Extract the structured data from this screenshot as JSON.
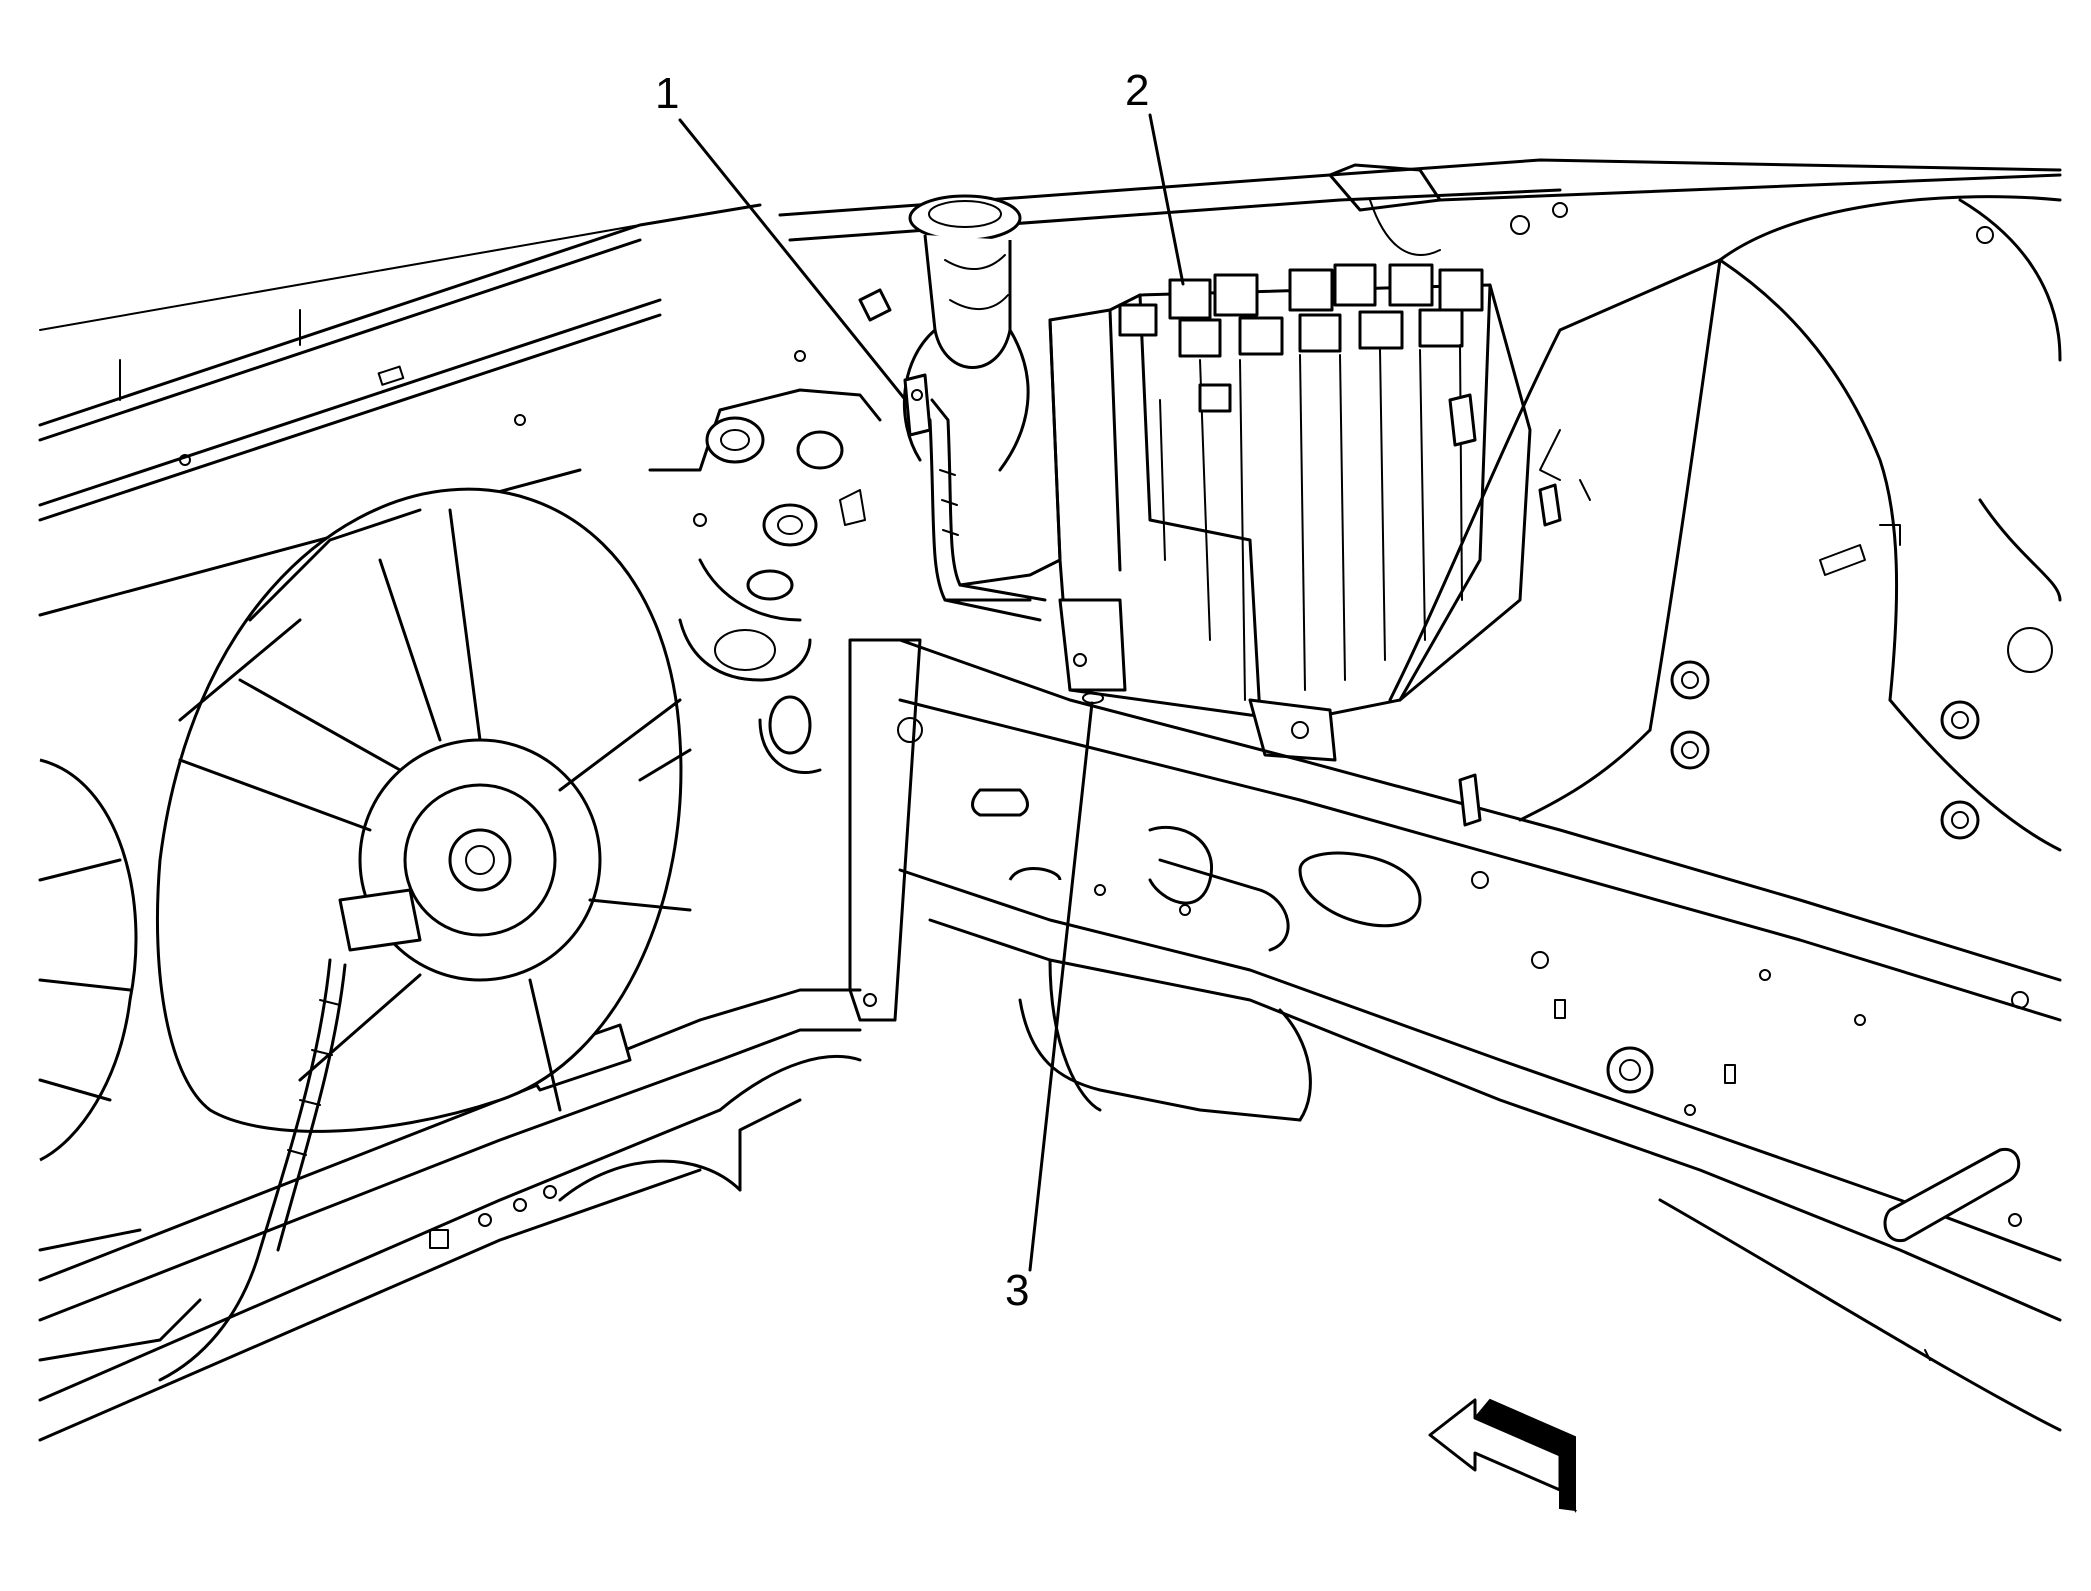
{
  "diagram": {
    "callouts": [
      {
        "id": "callout-1",
        "label": "1"
      },
      {
        "id": "callout-2",
        "label": "2"
      },
      {
        "id": "callout-3",
        "label": "3"
      }
    ],
    "icons": [
      "view-direction-arrow-icon"
    ],
    "line_color": "#000000",
    "background_color": "#ffffff"
  }
}
